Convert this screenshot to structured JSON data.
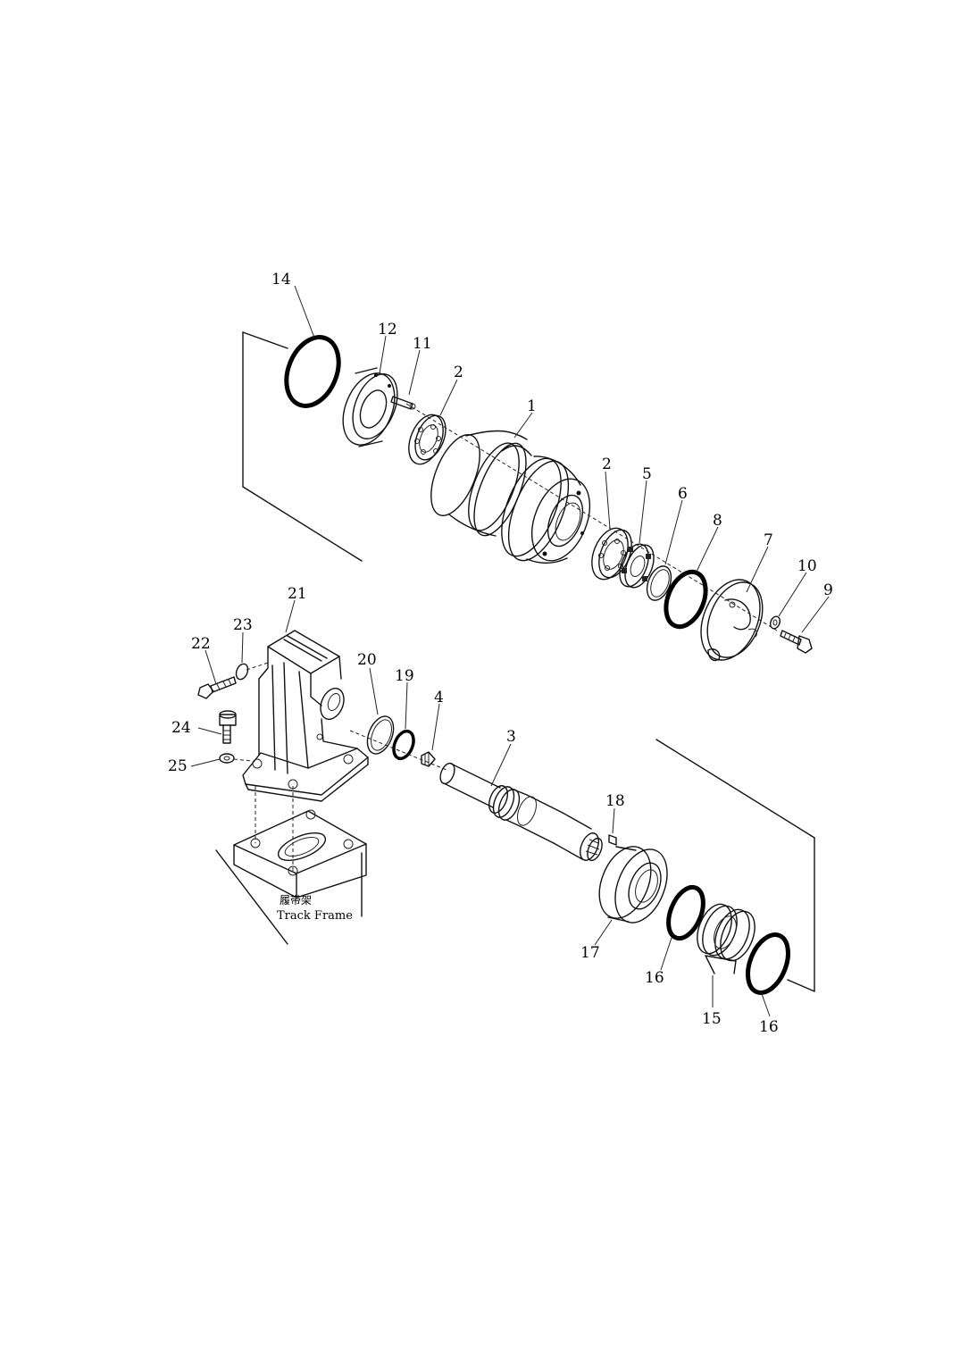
{
  "diagram": {
    "labels": {
      "l1": "1",
      "l2a": "2",
      "l2b": "2",
      "l3": "3",
      "l4": "4",
      "l5": "5",
      "l6": "6",
      "l7": "7",
      "l8": "8",
      "l9": "9",
      "l10": "10",
      "l11": "11",
      "l12": "12",
      "l14": "14",
      "l15": "15",
      "l16a": "16",
      "l16b": "16",
      "l17": "17",
      "l18": "18",
      "l19": "19",
      "l20": "20",
      "l21": "21",
      "l22": "22",
      "l23": "23",
      "l24": "24",
      "l25": "25"
    },
    "frame_caption_zh": "履带架",
    "frame_caption_en": "Track Frame"
  }
}
